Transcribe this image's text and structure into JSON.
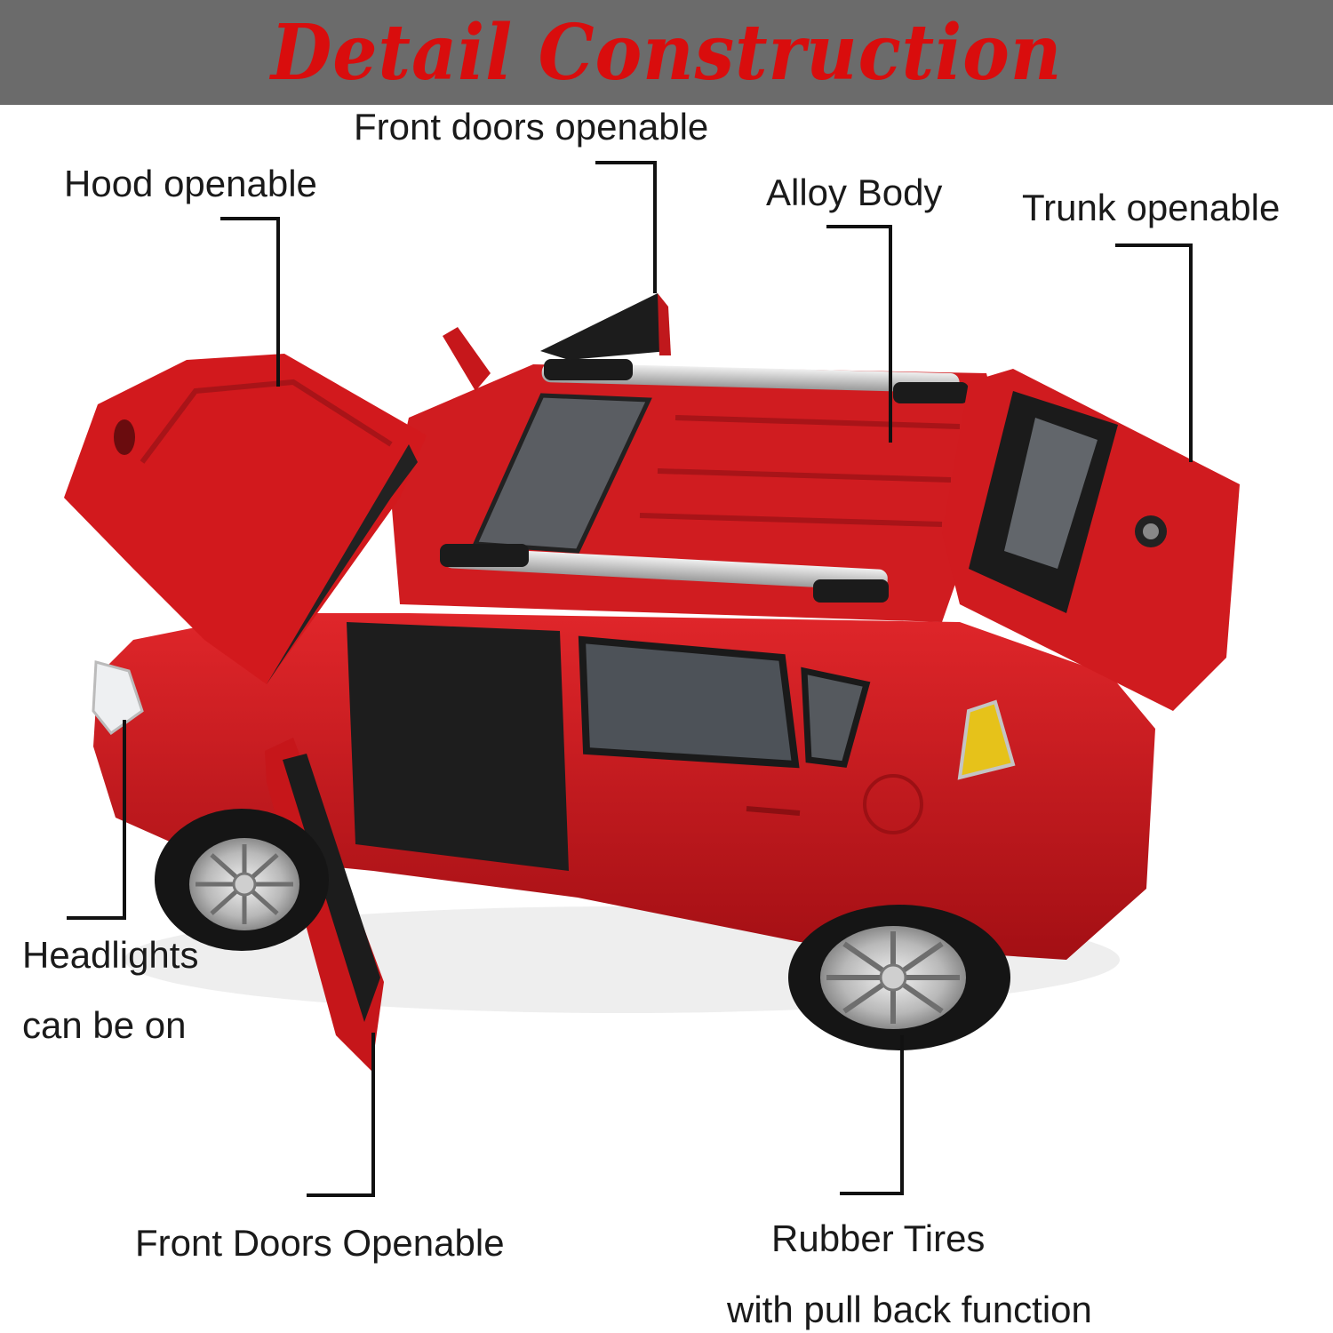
{
  "header": {
    "title": "Detail Construction",
    "background": "#6b6b6b",
    "title_color": "#d90d0d"
  },
  "callouts": {
    "front_doors_top": "Front doors openable",
    "hood": "Hood openable",
    "alloy_body": "Alloy Body",
    "trunk": "Trunk openable",
    "headlights_line1": "Headlights",
    "headlights_line2": "can be on",
    "front_doors_bottom": "Front Doors Openable",
    "tires_line1": "Rubber Tires",
    "tires_line2": "with pull back function"
  },
  "product": {
    "body_color": "#c8161a",
    "subject": "red-toy-suv-model"
  }
}
